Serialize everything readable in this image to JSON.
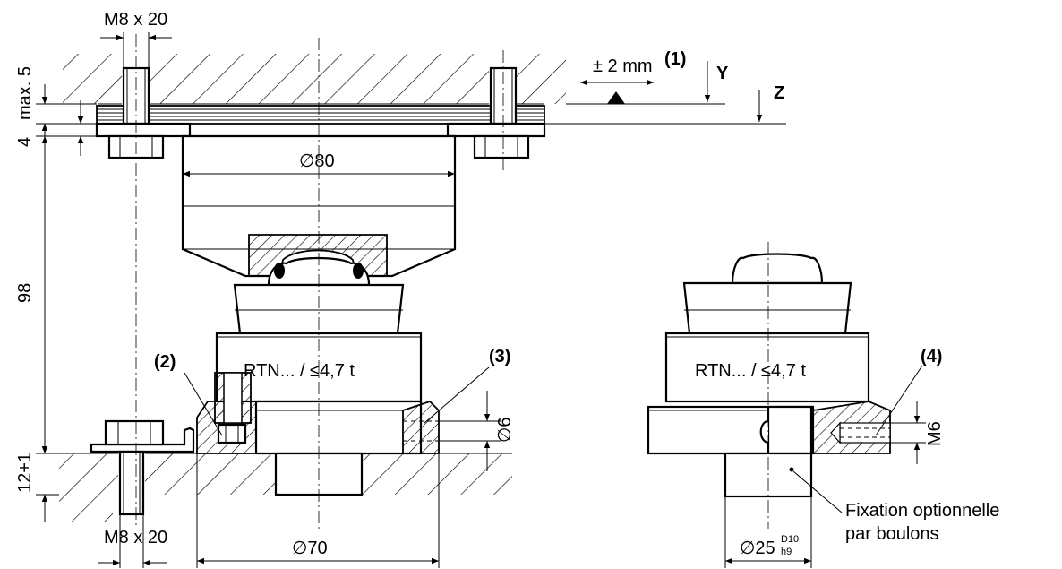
{
  "labels": {
    "bolt_top": "M8 x 20",
    "tolerance": "± 2 mm",
    "note1": "(1)",
    "axis_y": "Y",
    "axis_z": "Z",
    "max5": "max. 5",
    "dim4": "4",
    "dia80": "∅80",
    "dim98": "98",
    "dim12": "12+1",
    "model_left": "RTN... / ≤4,7 t",
    "model_right": "RTN... / ≤4,7 t",
    "note2": "(2)",
    "note3": "(3)",
    "note4": "(4)",
    "dia6": "∅6",
    "m6": "M6",
    "bolt_bottom": "M8 x 20",
    "dia70": "∅70",
    "dia25": "∅25",
    "dia25_tol_upper": "D10",
    "dia25_tol_lower": "h9",
    "fixation_line1": "Fixation optionnelle",
    "fixation_line2": "par boulons"
  }
}
